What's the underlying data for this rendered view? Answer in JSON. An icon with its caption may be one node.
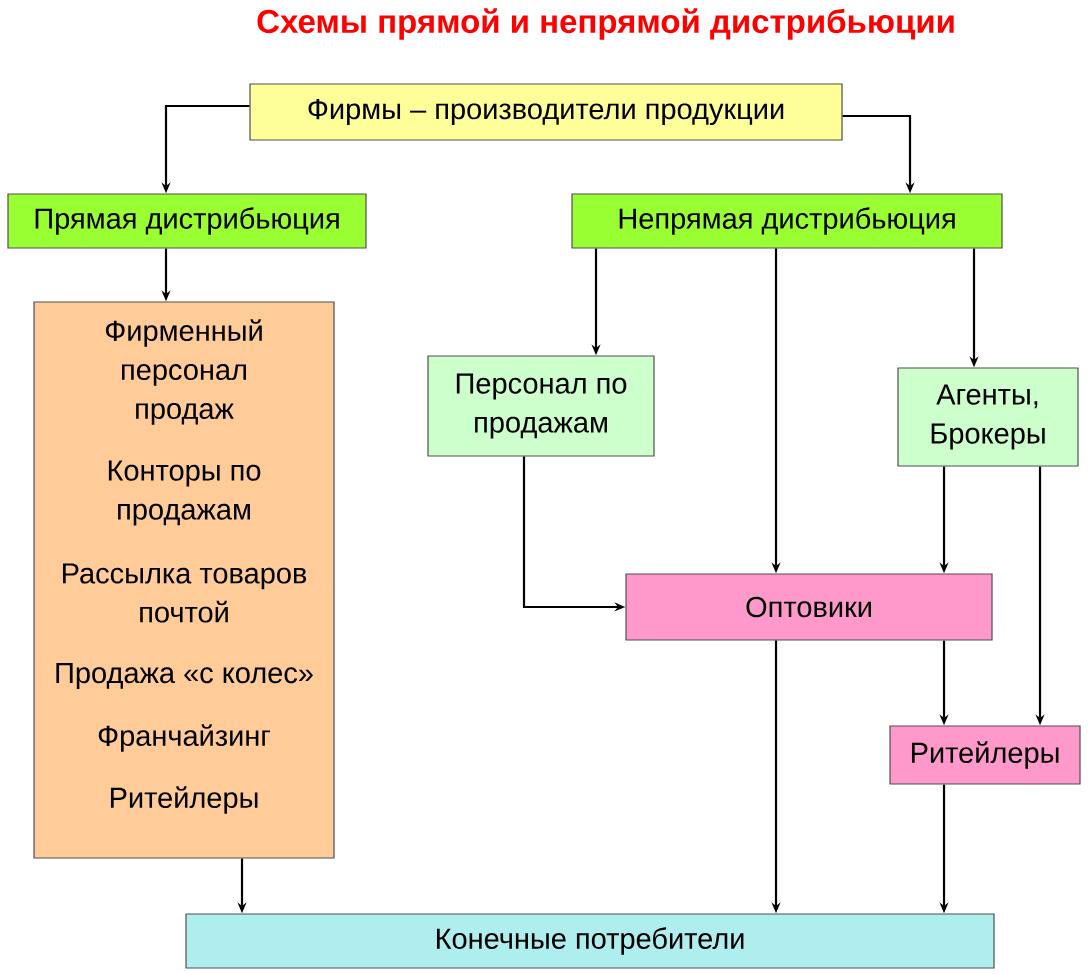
{
  "diagram": {
    "title": "Схемы прямой и непрямой дистрибьюции",
    "nodes": [
      {
        "text": [
          "Фирмы – производители продукции"
        ]
      },
      {
        "text": [
          "Прямая дистрибьюция"
        ]
      },
      {
        "text": [
          "Непрямая дистрибьюция"
        ]
      },
      {
        "text": [
          "Фирменный персонал продаж",
          "Конторы по продажам",
          "Рассылка товаров почтой",
          "Продажа «с колес»",
          "Франчайзинг",
          "Ритейлеры"
        ]
      },
      {
        "text": [
          "Персонал по продажам"
        ]
      },
      {
        "text": [
          "Агенты, Брокеры"
        ]
      },
      {
        "text": [
          "Оптовики"
        ]
      },
      {
        "text": [
          "Ритейлеры"
        ]
      },
      {
        "text": [
          "Конечные потребители"
        ]
      }
    ],
    "edges": [
      {
        "from": 0,
        "to": 1,
        "arrow": "to"
      },
      {
        "from": 0,
        "to": 2,
        "arrow": "to"
      },
      {
        "from": 1,
        "to": 3,
        "arrow": "to"
      },
      {
        "from": 2,
        "to": 4,
        "arrow": "to"
      },
      {
        "from": 2,
        "to": 6,
        "arrow": "to"
      },
      {
        "from": 2,
        "to": 5,
        "arrow": "to"
      },
      {
        "from": 4,
        "to": 6,
        "arrow": "to"
      },
      {
        "from": 5,
        "to": 6,
        "arrow": "to"
      },
      {
        "from": 5,
        "to": 7,
        "arrow": "to"
      },
      {
        "from": 6,
        "to": 7,
        "arrow": "to"
      },
      {
        "from": 6,
        "to": 8,
        "arrow": "to"
      },
      {
        "from": 7,
        "to": 8,
        "arrow": "to"
      },
      {
        "from": 3,
        "to": 8,
        "arrow": "to"
      }
    ]
  }
}
